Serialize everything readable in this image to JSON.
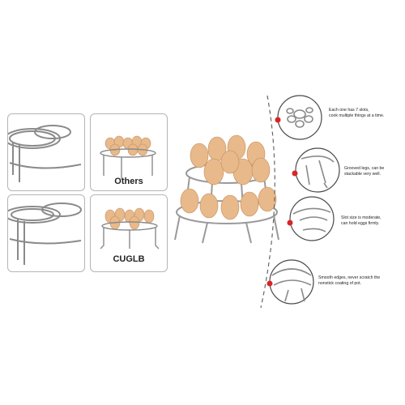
{
  "comparison": {
    "others_label": "Others",
    "cuglb_label": "CUGLB"
  },
  "features": [
    {
      "line1": "Each one has 7 slots,",
      "line2": "cook multiple things at a time."
    },
    {
      "line1": "Grooved legs, can be",
      "line2": "stackable very well."
    },
    {
      "line1": "Slot size is moderate,",
      "line2": "can hold eggs firmly."
    },
    {
      "line1": "Smooth edges, never scratch the",
      "line2": "nonstick coating of pot."
    }
  ],
  "colors": {
    "marker": "#d72626",
    "dash": "#666666",
    "steel": "#9a9a9a",
    "egg": "#e8b98a"
  }
}
